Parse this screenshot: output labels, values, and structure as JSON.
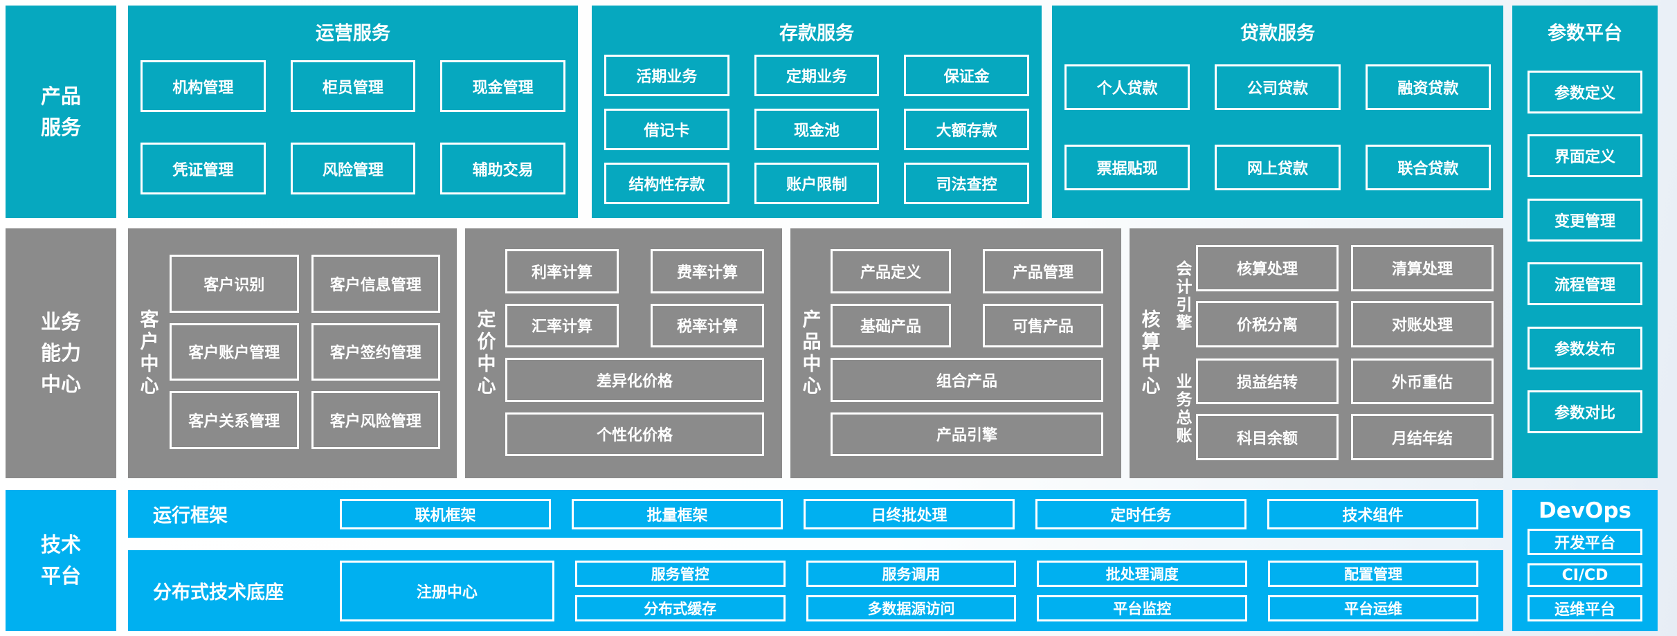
{
  "palette": {
    "teal": "#06a8bf",
    "gray": "#8b8b8b",
    "blue": "#00b0f0",
    "box_border": "#ffffff",
    "text": "#ffffff"
  },
  "product_band": {
    "sidebar": "产品\n服务",
    "operation": {
      "title": "运营服务",
      "items": [
        "机构管理",
        "柜员管理",
        "现金管理",
        "凭证管理",
        "风险管理",
        "辅助交易"
      ]
    },
    "deposit": {
      "title": "存款服务",
      "items": [
        "活期业务",
        "定期业务",
        "保证金",
        "借记卡",
        "现金池",
        "大额存款",
        "结构性存款",
        "账户限制",
        "司法查控"
      ]
    },
    "loan": {
      "title": "贷款服务",
      "items": [
        "个人贷款",
        "公司贷款",
        "融资贷款",
        "票据贴现",
        "网上贷款",
        "联合贷款"
      ]
    }
  },
  "param_platform": {
    "title": "参数平台",
    "items": [
      "参数定义",
      "界面定义",
      "变更管理",
      "流程管理",
      "参数发布",
      "参数对比"
    ]
  },
  "business_band": {
    "sidebar": "业务\n能力\n中心",
    "customer": {
      "label": "客户中心",
      "items": [
        "客户识别",
        "客户信息管理",
        "客户账户管理",
        "客户签约管理",
        "客户关系管理",
        "客户风险管理"
      ]
    },
    "pricing": {
      "label": "定价中心",
      "items": [
        "利率计算",
        "费率计算",
        "汇率计算",
        "税率计算"
      ],
      "wide_items": [
        "差异化价格",
        "个性化价格"
      ]
    },
    "product": {
      "label": "产品中心",
      "items": [
        "产品定义",
        "产品管理",
        "基础产品",
        "可售产品"
      ],
      "wide_items": [
        "组合产品",
        "产品引擎"
      ]
    },
    "accounting": {
      "label": "核算中心",
      "groups": [
        {
          "label": "会计引擎",
          "items": [
            "核算处理",
            "清算处理",
            "价税分离",
            "对账处理"
          ]
        },
        {
          "label": "业务总账",
          "items": [
            "损益结转",
            "外币重估",
            "科目余额",
            "月结年结"
          ]
        }
      ]
    }
  },
  "tech_band": {
    "sidebar": "技术\n平台",
    "runtime": {
      "label": "运行框架",
      "items": [
        "联机框架",
        "批量框架",
        "日终批处理",
        "定时任务",
        "技术组件"
      ]
    },
    "distributed": {
      "label": "分布式技术底座",
      "registry": "注册中心",
      "columns": [
        [
          "服务管控",
          "分布式缓存"
        ],
        [
          "服务调用",
          "多数据源访问"
        ],
        [
          "批处理调度",
          "平台监控"
        ],
        [
          "配置管理",
          "平台运维"
        ]
      ]
    }
  },
  "devops": {
    "title": "DevOps",
    "items": [
      "开发平台",
      "CI/CD",
      "运维平台"
    ]
  }
}
